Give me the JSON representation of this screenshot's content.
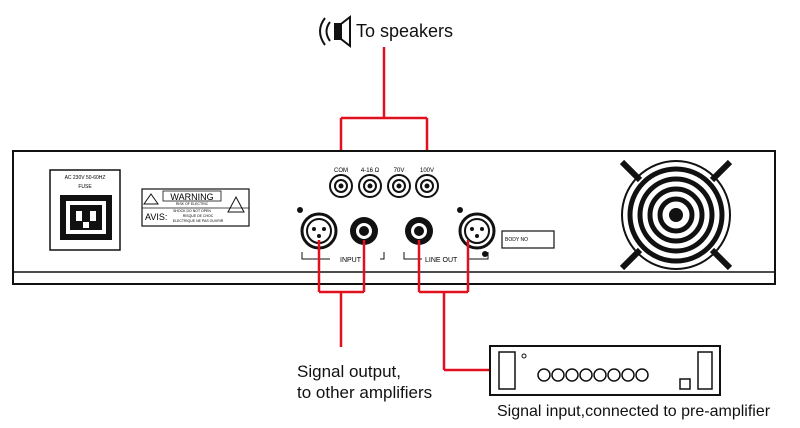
{
  "header": {
    "speakers_label": "To speakers",
    "speaker_icon": "speaker-icon"
  },
  "panel": {
    "power": {
      "voltage": "AC 230V 50-60HZ",
      "fuse": "FUSE"
    },
    "warning": {
      "title": "WARNING",
      "line1": "RISK OF ELECTRIC",
      "line2": "SHOCK DO NOT OPEN",
      "avis": "AVIS:",
      "avis_line1": "RISQUE DE CHOC",
      "avis_line2": "ELECTRIQUE NE PAS OUVRIR"
    },
    "speaker_terminals": [
      "COM",
      "4-16 Ω",
      "70V",
      "100V"
    ],
    "input_label": "INPUT",
    "lineout_label": "LINE OUT",
    "body_no": "BODY NO"
  },
  "annotations": {
    "signal_output_line1": "Signal output,",
    "signal_output_line2": "to other amplifiers",
    "signal_input": "Signal input,connected to pre-amplifier"
  },
  "colors": {
    "wire": "#e0101e",
    "outline": "#111111"
  }
}
